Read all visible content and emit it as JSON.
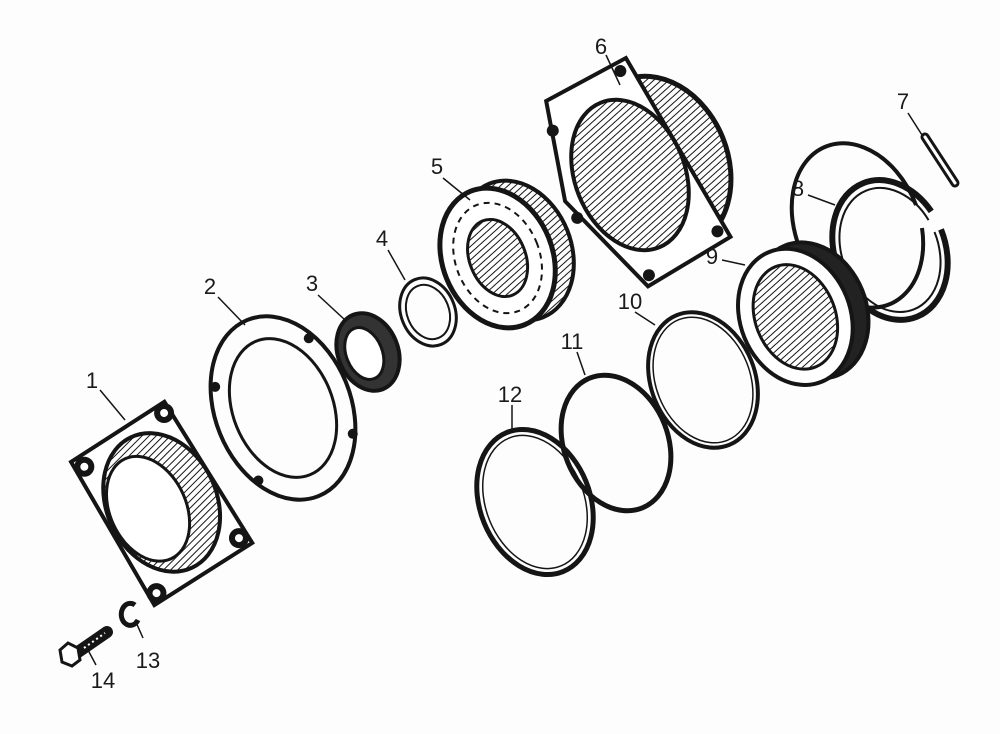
{
  "diagram": {
    "type": "exploded-parts-view",
    "parts": [
      {
        "id": "1",
        "label": "1"
      },
      {
        "id": "2",
        "label": "2"
      },
      {
        "id": "3",
        "label": "3"
      },
      {
        "id": "4",
        "label": "4"
      },
      {
        "id": "5",
        "label": "5"
      },
      {
        "id": "6",
        "label": "6"
      },
      {
        "id": "7",
        "label": "7"
      },
      {
        "id": "8",
        "label": "8"
      },
      {
        "id": "9",
        "label": "9"
      },
      {
        "id": "10",
        "label": "10"
      },
      {
        "id": "11",
        "label": "11"
      },
      {
        "id": "12",
        "label": "12"
      },
      {
        "id": "13",
        "label": "13"
      },
      {
        "id": "14",
        "label": "14"
      }
    ]
  },
  "colors": {
    "ink": "#151515",
    "paper": "#fdfdfd"
  }
}
